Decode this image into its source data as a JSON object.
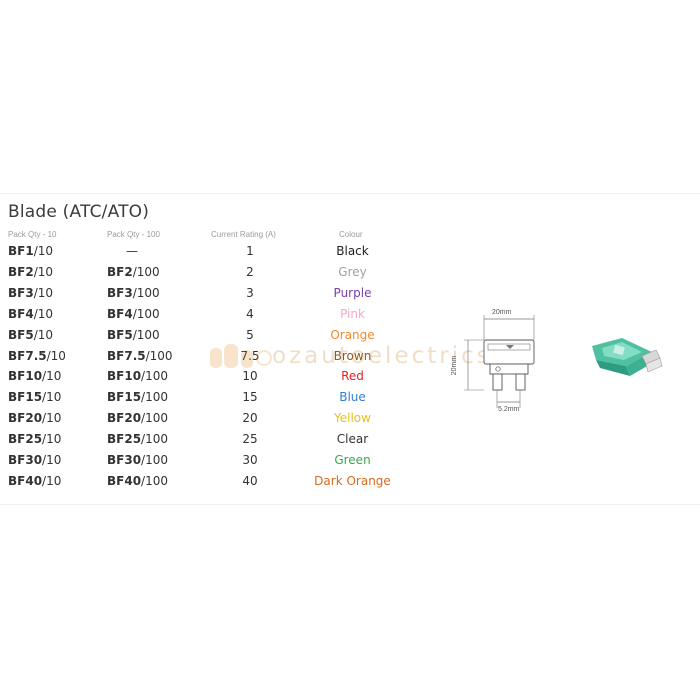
{
  "title": "Blade (ATC/ATO)",
  "headers": {
    "pack10": "Pack Qty - 10",
    "pack100": "Pack Qty - 100",
    "rating": "Current Rating (A)",
    "colour": "Colour"
  },
  "rows": [
    {
      "p10_bold": "BF1",
      "p10_rest": "/10",
      "p100_bold": "",
      "p100_rest": "—",
      "rating": "1",
      "colour": "Black",
      "colour_hex": "#222222"
    },
    {
      "p10_bold": "BF2",
      "p10_rest": "/10",
      "p100_bold": "BF2",
      "p100_rest": "/100",
      "rating": "2",
      "colour": "Grey",
      "colour_hex": "#a0a0a0"
    },
    {
      "p10_bold": "BF3",
      "p10_rest": "/10",
      "p100_bold": "BF3",
      "p100_rest": "/100",
      "rating": "3",
      "colour": "Purple",
      "colour_hex": "#7a3fa8"
    },
    {
      "p10_bold": "BF4",
      "p10_rest": "/10",
      "p100_bold": "BF4",
      "p100_rest": "/100",
      "rating": "4",
      "colour": "Pink",
      "colour_hex": "#f2a8c8"
    },
    {
      "p10_bold": "BF5",
      "p10_rest": "/10",
      "p100_bold": "BF5",
      "p100_rest": "/100",
      "rating": "5",
      "colour": "Orange",
      "colour_hex": "#f08a2a"
    },
    {
      "p10_bold": "BF7.5",
      "p10_rest": "/10",
      "p100_bold": "BF7.5",
      "p100_rest": "/100",
      "rating": "7.5",
      "colour": "Brown",
      "colour_hex": "#8a5a2b"
    },
    {
      "p10_bold": "BF10",
      "p10_rest": "/10",
      "p100_bold": "BF10",
      "p100_rest": "/100",
      "rating": "10",
      "colour": "Red",
      "colour_hex": "#e02424"
    },
    {
      "p10_bold": "BF15",
      "p10_rest": "/10",
      "p100_bold": "BF15",
      "p100_rest": "/100",
      "rating": "15",
      "colour": "Blue",
      "colour_hex": "#2f7fd0"
    },
    {
      "p10_bold": "BF20",
      "p10_rest": "/10",
      "p100_bold": "BF20",
      "p100_rest": "/100",
      "rating": "20",
      "colour": "Yellow",
      "colour_hex": "#e6c21a"
    },
    {
      "p10_bold": "BF25",
      "p10_rest": "/10",
      "p100_bold": "BF25",
      "p100_rest": "/100",
      "rating": "25",
      "colour": "Clear",
      "colour_hex": "#333333"
    },
    {
      "p10_bold": "BF30",
      "p10_rest": "/10",
      "p100_bold": "BF30",
      "p100_rest": "/100",
      "rating": "30",
      "colour": "Green",
      "colour_hex": "#3aa84a"
    },
    {
      "p10_bold": "BF40",
      "p10_rest": "/10",
      "p100_bold": "BF40",
      "p100_rest": "/100",
      "rating": "40",
      "colour": "Dark Orange",
      "colour_hex": "#d86a1e"
    }
  ],
  "diagram": {
    "width_label": "20mm",
    "height_label": "20mm",
    "pitch_label": "5.2mm"
  },
  "watermark": {
    "text": "ozautoelectrics",
    "color": "#c06a00"
  },
  "fuse_color": "#6fd3b8"
}
